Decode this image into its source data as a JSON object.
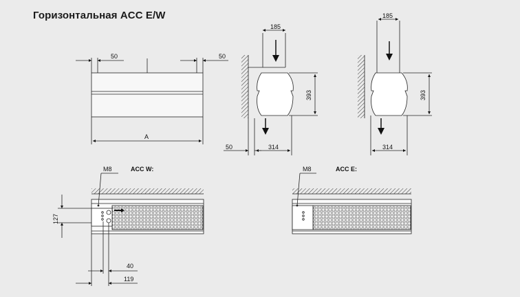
{
  "title": "Горизонтальная ACC E/W",
  "front_view": {
    "dim_left": "50",
    "dim_right": "50",
    "dim_length": "A"
  },
  "side_view_1": {
    "dim_width": "185",
    "dim_height": "393",
    "dim_depth": "314",
    "dim_wall": "50"
  },
  "side_view_2": {
    "dim_width": "185",
    "dim_height": "393",
    "dim_depth": "314"
  },
  "acc_w": {
    "label": "ACC W:",
    "thread": "M8",
    "dim_height": "127",
    "dim_offset_1": "40",
    "dim_offset_2": "119"
  },
  "acc_e": {
    "label": "ACC E:",
    "thread": "M8"
  }
}
